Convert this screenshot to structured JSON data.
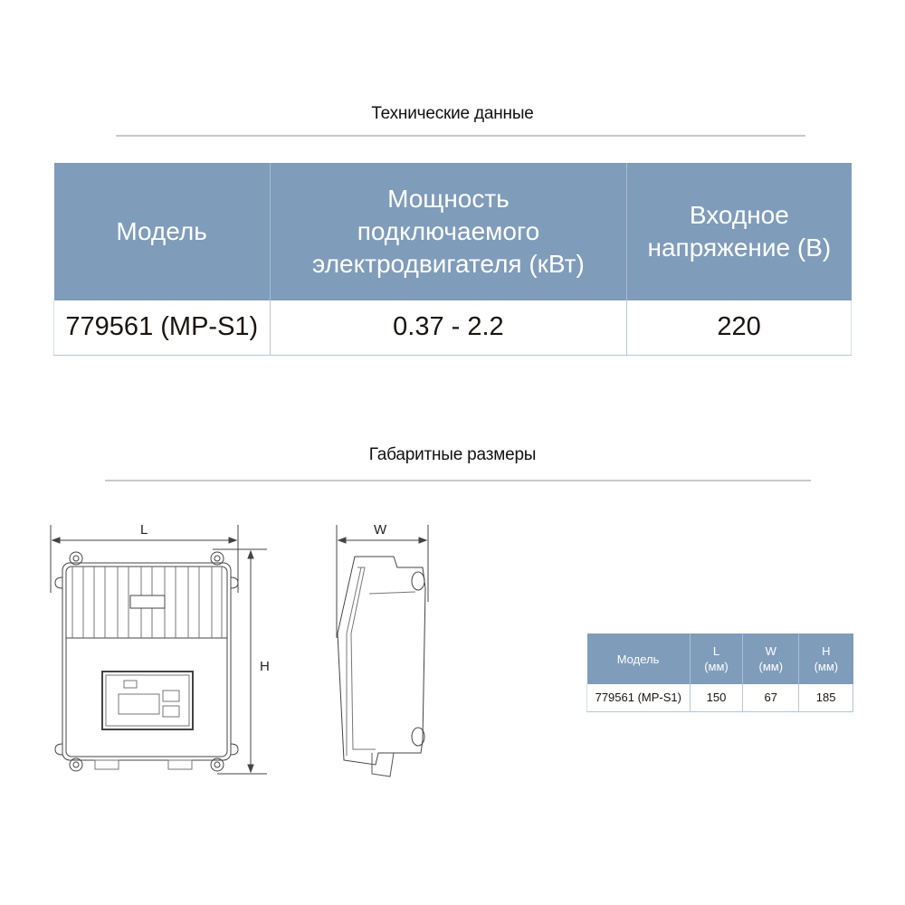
{
  "tech_section": {
    "title": "Технические данные",
    "table": {
      "headers": [
        "Модель",
        "Мощность подключаемого электродвигателя (кВт)",
        "Входное напряжение (В)"
      ],
      "header_lines": [
        [
          "Модель"
        ],
        [
          "Мощность",
          "подключаемого",
          "электродвигателя (кВт)"
        ],
        [
          "Входное",
          "напряжение (В)"
        ]
      ],
      "rows": [
        [
          "779561 (MP-S1)",
          "0.37 - 2.2",
          "220"
        ]
      ]
    }
  },
  "dimensions_section": {
    "title": "Габаритные размеры",
    "drawing_labels": {
      "length": "L",
      "width": "W",
      "height": "H"
    },
    "table": {
      "headers": [
        {
          "name": "Модель",
          "unit": ""
        },
        {
          "name": "L",
          "unit": "(мм)"
        },
        {
          "name": "W",
          "unit": "(мм)"
        },
        {
          "name": "H",
          "unit": "(мм)"
        }
      ],
      "rows": [
        [
          "779561 (MP-S1)",
          "150",
          "67",
          "185"
        ]
      ]
    }
  },
  "colors": {
    "header_bg": "#7f9cbb",
    "header_text": "#ffffff",
    "divider": "#c9c9c9"
  }
}
